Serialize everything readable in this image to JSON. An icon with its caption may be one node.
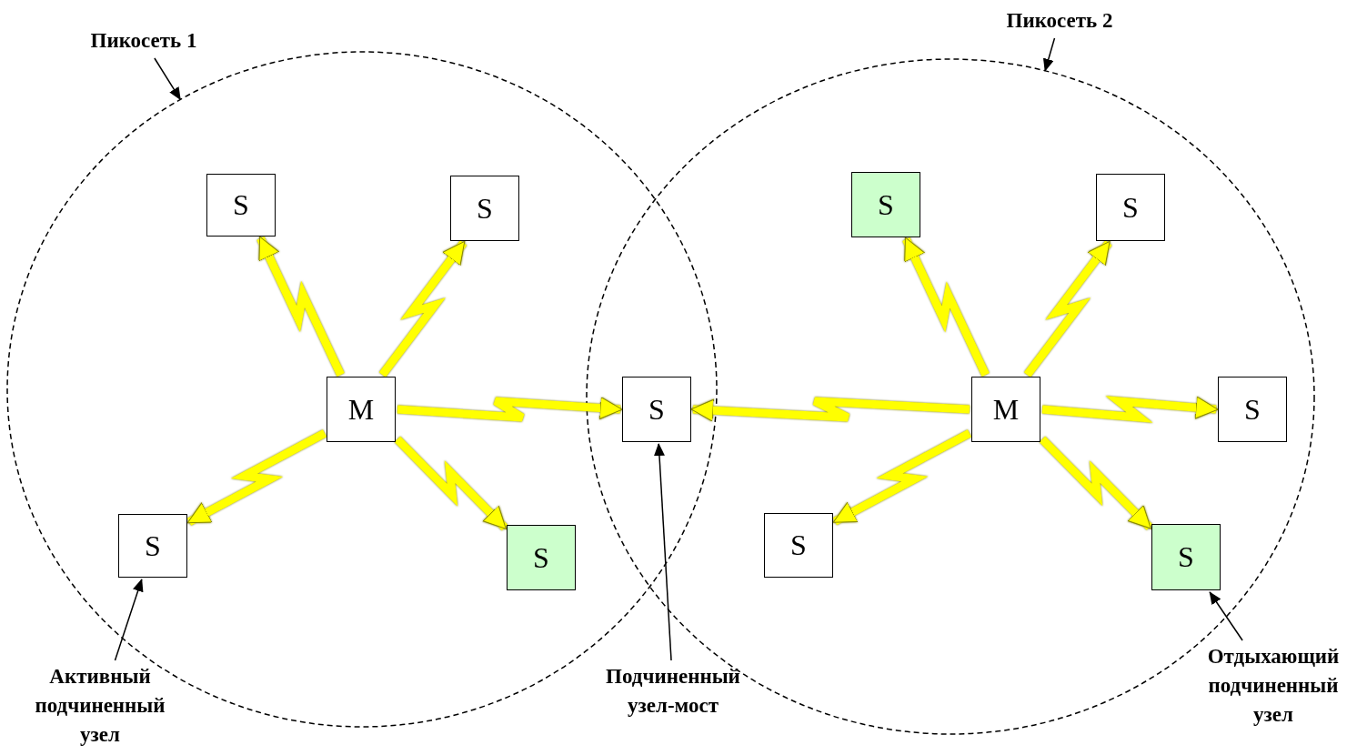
{
  "diagram": {
    "nodes": [
      {
        "text": [],
        "shape": "circle"
      },
      {
        "text": [],
        "shape": "circle"
      },
      {
        "text": [
          "Пикосеть 1"
        ]
      },
      {
        "text": [
          "Пикосеть 2"
        ]
      },
      {
        "text": [
          "S"
        ],
        "in": 0
      },
      {
        "text": [
          "S"
        ],
        "in": 0
      },
      {
        "text": [
          "M"
        ],
        "in": 0
      },
      {
        "text": [
          "S"
        ],
        "in": 0
      },
      {
        "text": [
          "S"
        ],
        "in": 0
      },
      {
        "text": [
          "S"
        ]
      },
      {
        "text": [
          "S"
        ],
        "in": 1
      },
      {
        "text": [
          "S"
        ],
        "in": 1
      },
      {
        "text": [
          "M"
        ],
        "in": 1
      },
      {
        "text": [
          "S"
        ],
        "in": 1
      },
      {
        "text": [
          "S"
        ],
        "in": 1
      },
      {
        "text": [
          "S"
        ],
        "in": 1
      },
      {
        "text": [
          "Активный подчиненный узел"
        ]
      },
      {
        "text": [
          "Подчиненный узел-мост"
        ]
      },
      {
        "text": [
          "Отдыхающий подчиненный узел"
        ]
      }
    ],
    "edges": [
      {
        "from": 2,
        "to": 0,
        "arrow": "to",
        "color": "#000000"
      },
      {
        "from": 3,
        "to": 1,
        "arrow": "to",
        "color": "#000000"
      },
      {
        "from": 6,
        "to": 4,
        "arrow": "to"
      },
      {
        "from": 6,
        "to": 5,
        "arrow": "to"
      },
      {
        "from": 6,
        "to": 9,
        "arrow": "to"
      },
      {
        "from": 6,
        "to": 7,
        "arrow": "to"
      },
      {
        "from": 6,
        "to": 8,
        "arrow": "to"
      },
      {
        "from": 12,
        "to": 10,
        "arrow": "to"
      },
      {
        "from": 12,
        "to": 11,
        "arrow": "to"
      },
      {
        "from": 12,
        "to": 9,
        "arrow": "to"
      },
      {
        "from": 12,
        "to": 13,
        "arrow": "to"
      },
      {
        "from": 12,
        "to": 14,
        "arrow": "to"
      },
      {
        "from": 12,
        "to": 15,
        "arrow": "to"
      },
      {
        "from": 16,
        "to": 7,
        "arrow": "to",
        "color": "#000000"
      },
      {
        "from": 17,
        "to": 9,
        "arrow": "to",
        "color": "#000000"
      },
      {
        "from": 18,
        "to": 15,
        "arrow": "to",
        "color": "#000000"
      }
    ]
  }
}
